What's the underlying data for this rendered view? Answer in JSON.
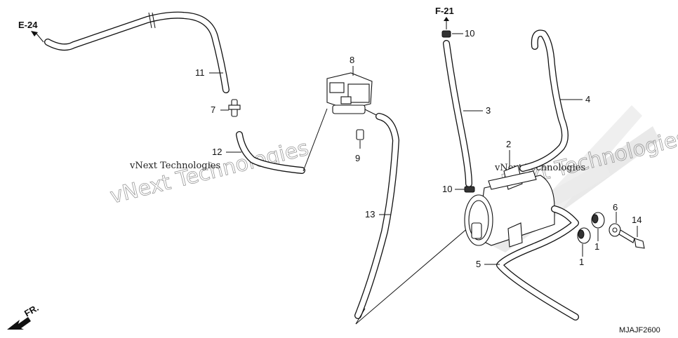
{
  "diagram_code": "MJAJF2600",
  "refs": {
    "e24": "E-24",
    "f21": "F-21",
    "front": "FR."
  },
  "callouts": [
    "1",
    "1",
    "2",
    "3",
    "4",
    "5",
    "6",
    "7",
    "8",
    "9",
    "10",
    "10",
    "11",
    "12",
    "13",
    "14"
  ],
  "watermarks": {
    "left_outline": "vNext Technologies",
    "left_small": "vNext Technologies",
    "right_outline": "vNext Technologies",
    "right_small": "vNext Technologies"
  }
}
